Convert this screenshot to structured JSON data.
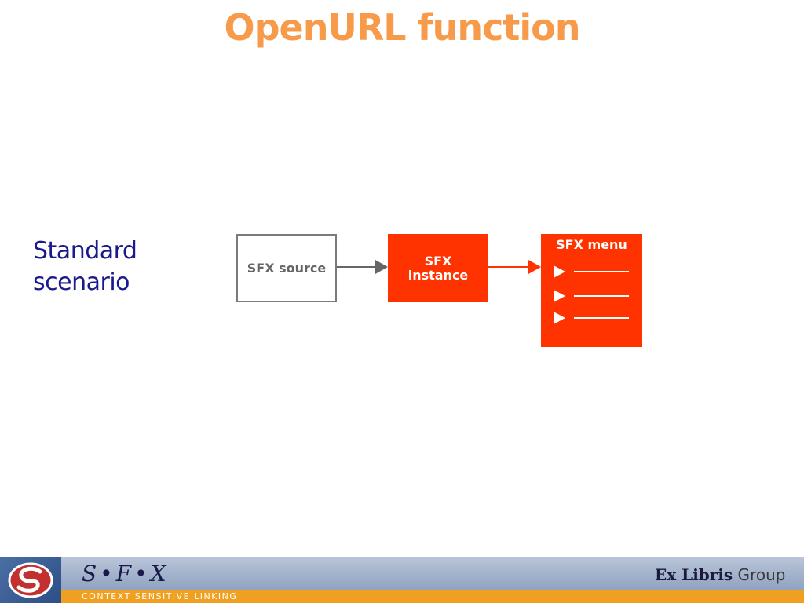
{
  "slide": {
    "title": "OpenURL function",
    "scenario_line1": "Standard",
    "scenario_line2": "scenario"
  },
  "diagram": {
    "source_label": "SFX source",
    "instance_line1": "SFX",
    "instance_line2": "instance",
    "menu_title": "SFX menu",
    "menu_items": 3,
    "source_border_color": "#7b7b7b",
    "accent_color": "#ff3300",
    "arrow_gray_color": "#666666"
  },
  "footer": {
    "wordmark": "S•F•X",
    "tagline": "CONTEXT SENSITIVE LINKING",
    "brand_ex": "Ex",
    "brand_libris": " Libris",
    "brand_group": " Group",
    "logo_icon": "sfx-swirl-icon"
  },
  "colors": {
    "title": "#f79a4a",
    "scenario_text": "#1a1a8c",
    "footer_band": "#8fa2c0",
    "footer_strip": "#f0a020"
  }
}
